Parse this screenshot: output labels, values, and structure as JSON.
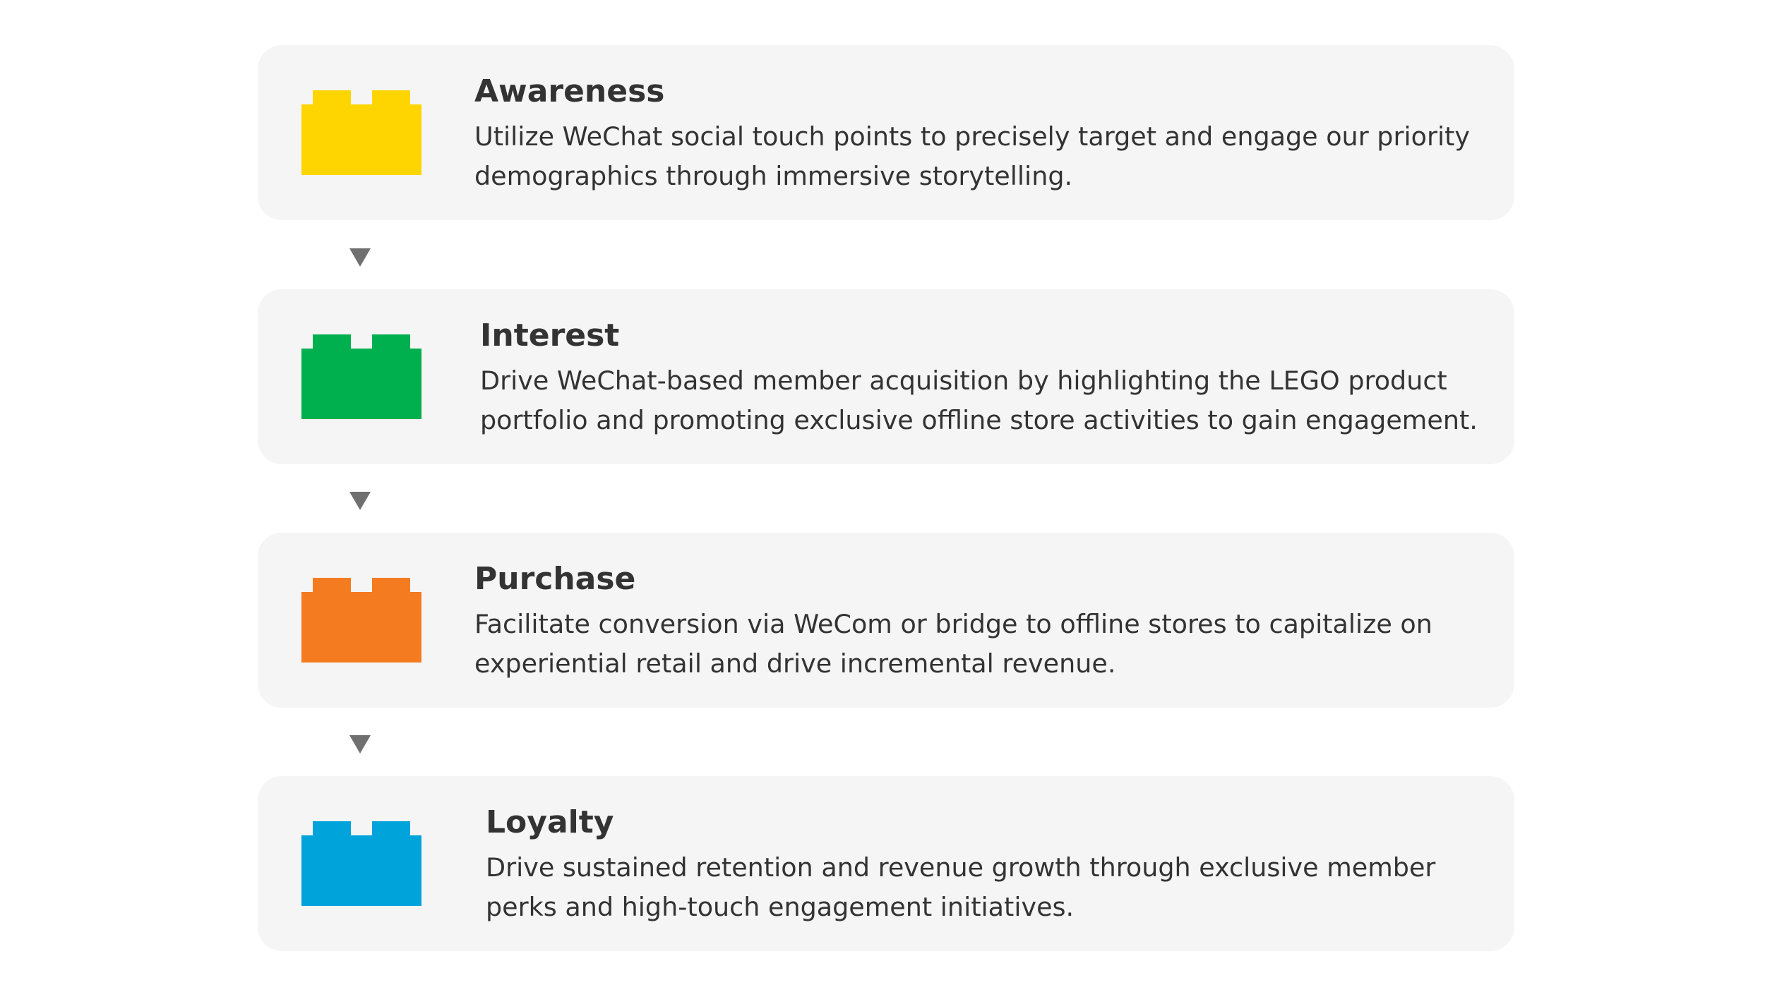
{
  "stages": [
    {
      "title": "Awareness",
      "lines": [
        "Utilize WeChat social touch points to precisely target and engage our priority",
        "demographics through immersive storytelling."
      ],
      "brick_icon": "lego-brick",
      "color": "#ffd500"
    },
    {
      "title": "Interest",
      "lines": [
        "Drive WeChat-based member acquisition by highlighting the LEGO product",
        "portfolio and promoting exclusive offline store activities to gain engagement."
      ],
      "brick_icon": "lego-brick",
      "color": "#00af4d"
    },
    {
      "title": "Purchase",
      "lines": [
        "Facilitate conversion via WeCom or bridge to offline stores to capitalize on",
        "experiential retail and drive incremental revenue."
      ],
      "brick_icon": "lego-brick",
      "color": "#f47b20"
    },
    {
      "title": "Loyalty",
      "lines": [
        "Drive sustained retention and revenue growth through exclusive member",
        "perks and high-touch engagement initiatives."
      ],
      "brick_icon": "lego-brick",
      "color": "#00a3da"
    }
  ],
  "connector_icon": "triangle-down",
  "connector_color": "#707070"
}
